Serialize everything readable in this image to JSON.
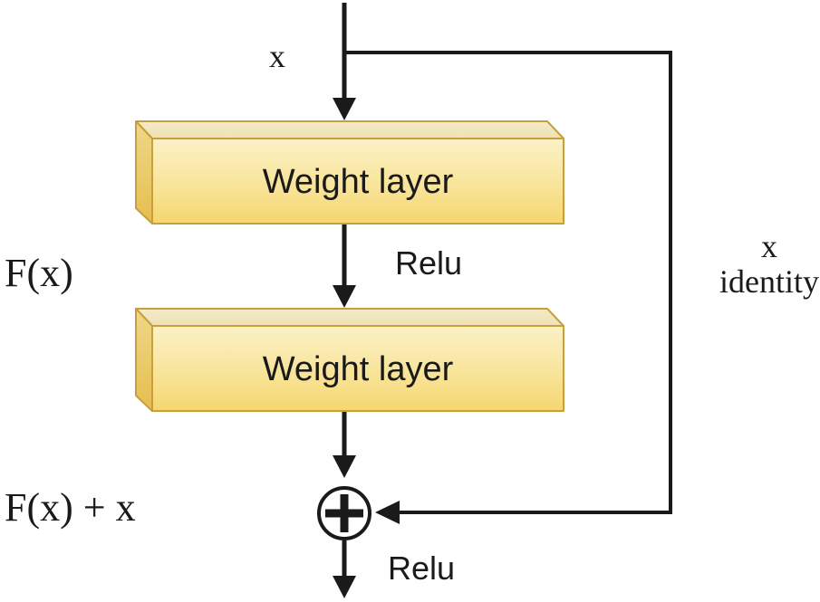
{
  "diagram": {
    "type": "residual-block",
    "labels": {
      "input": "x",
      "weight_layer_1": "Weight layer",
      "weight_layer_2": "Weight layer",
      "relu_mid": "Relu",
      "relu_out": "Relu",
      "fx": "F(x)",
      "fx_plus_x": "F(x) + x",
      "identity_x": "x",
      "identity": "identity"
    },
    "colors": {
      "background": "#FFFFFF",
      "line": "#1A1A1A",
      "text": "#1A1A1A",
      "box_border": "#C79F3D",
      "box_front_top": "#FBF1C6",
      "box_front_mid": "#F8E49A",
      "box_front_bottom": "#F6D66F",
      "box_top_face_light": "#F3EBC9",
      "box_top_face_dark": "#EEE2B3",
      "box_left_face_light": "#EFD78A",
      "box_left_face_dark": "#E5BE4E"
    }
  }
}
